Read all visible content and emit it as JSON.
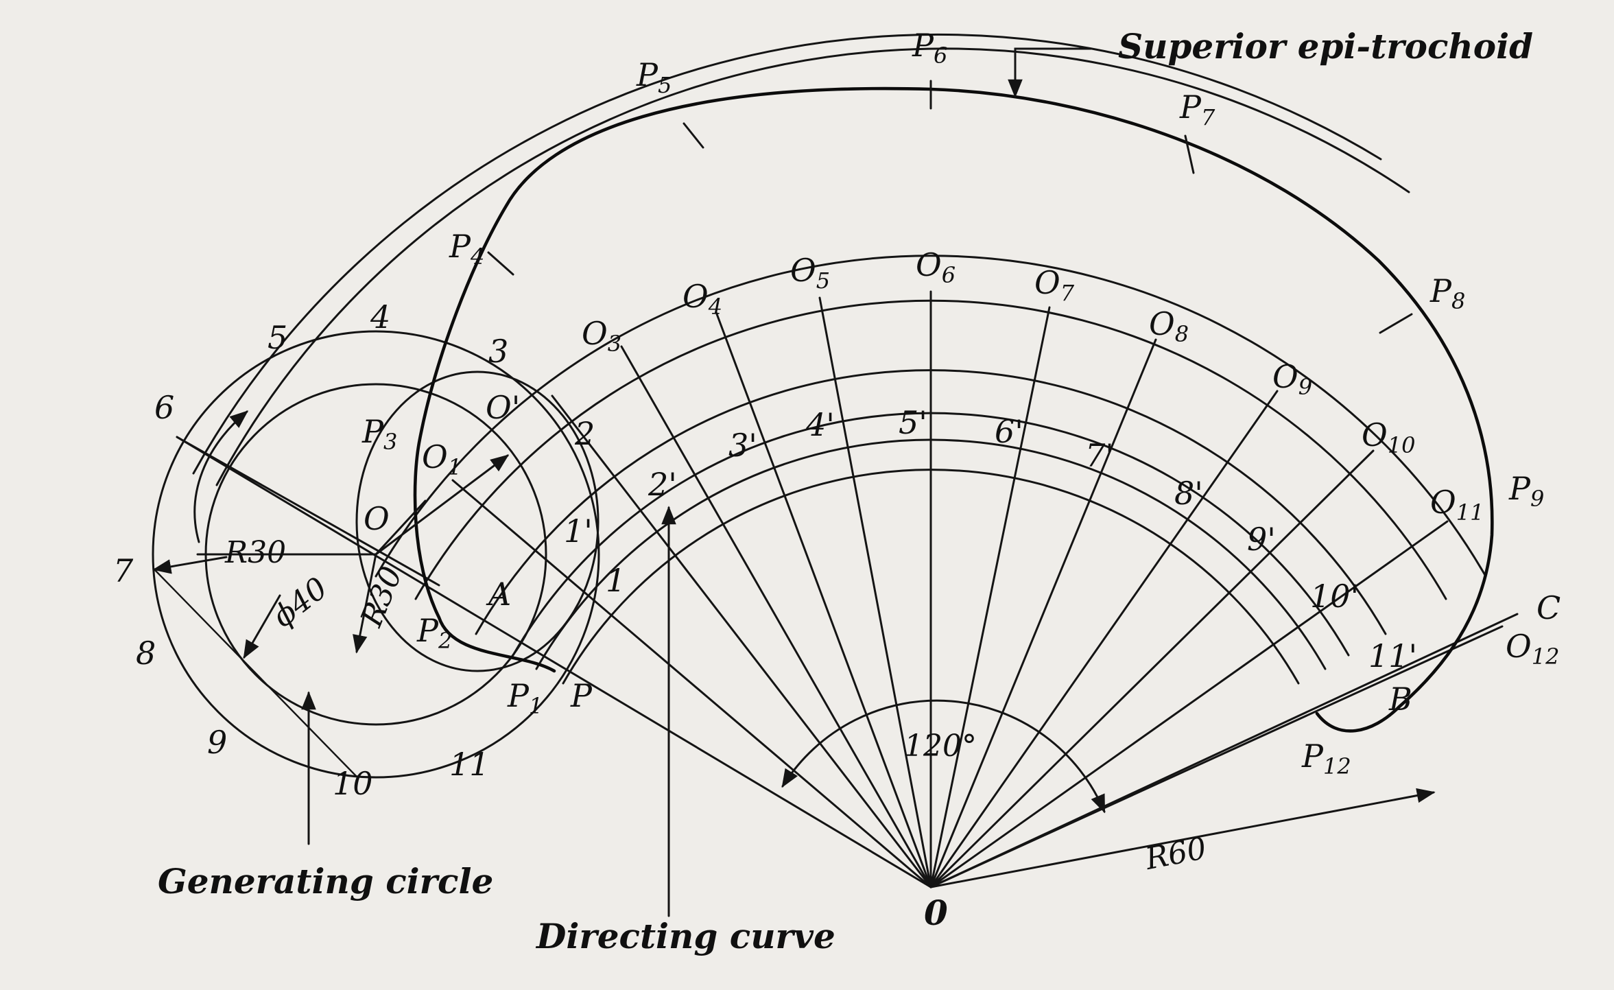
{
  "title_callout": "Superior epi-trochoid",
  "generating_circle_label": "Generating circle",
  "directing_curve_label": "Directing curve",
  "dimensions": {
    "angle": "120°",
    "directing_radius": "R60",
    "rolling_radius": "R30",
    "tracing_radius": "R30",
    "diameter": "ϕ40"
  },
  "points": {
    "P": "P",
    "P1": "1",
    "P2": "2",
    "P3": "3",
    "P4": "4",
    "P5": "5",
    "P6": "6",
    "P7": "7",
    "P8": "8",
    "P9": "9",
    "P12": "12",
    "O1": "1",
    "O3": "3",
    "O4": "4",
    "O5": "5",
    "O6": "6",
    "O7": "7",
    "O8": "8",
    "O9": "9",
    "O10": "10",
    "O11": "11",
    "O12": "12",
    "O_prime": "O'",
    "O_center": "O",
    "O_bottom": "0",
    "A": "A",
    "B": "B",
    "C": "C"
  },
  "circle_divisions": [
    "1",
    "2",
    "3",
    "4",
    "5",
    "6",
    "7",
    "8",
    "9",
    "10",
    "11"
  ],
  "ray_marks": [
    "1'",
    "2'",
    "3'",
    "4'",
    "5'",
    "6'",
    "7'",
    "8'",
    "9'",
    "10'",
    "11'"
  ]
}
